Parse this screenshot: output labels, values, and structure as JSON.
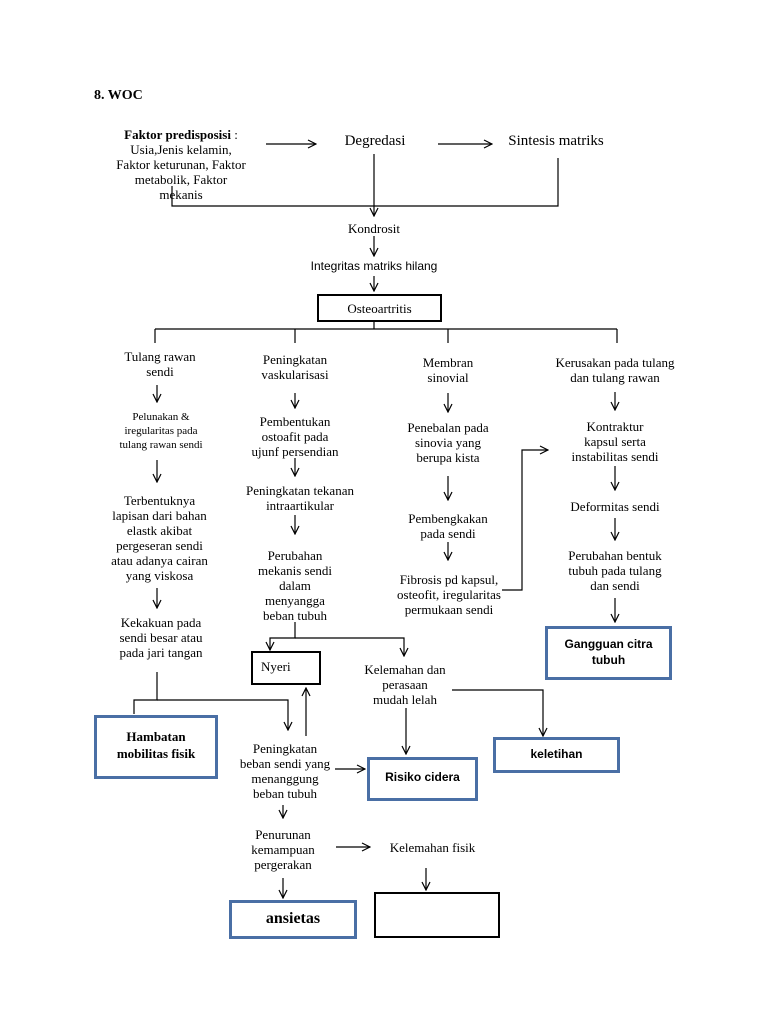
{
  "heading": "8. WOC",
  "factor_title": "Faktor predisposisi",
  "factor_colon": " :",
  "factor_body": "Usia,Jenis kelamin,\nFaktor keturunan, Faktor\nmetabolik, Faktor\nmekanis",
  "degredasi": "Degredasi",
  "sintesis": "Sintesis matriks",
  "kondrosit": "Kondrosit",
  "integritas": "Integritas matriks hilang",
  "osteoartritis": "Osteoartritis",
  "col1": {
    "a": "Tulang rawan\nsendi",
    "b": "Pelunakan &\niregularitas pada\ntulang rawan sendi",
    "c": "Terbentuknya\nlapisan dari bahan\nelastk akibat\npergeseran sendi\natau adanya cairan\nyang viskosa",
    "d": "Kekakuan pada\nsendi besar atau\npada jari tangan",
    "e": "Hambatan\nmobilitas fisik"
  },
  "col2": {
    "a": "Peningkatan\nvaskularisasi",
    "b": "Pembentukan\nostoafit pada\nujunf persendian",
    "c": "Peningkatan tekanan\nintraartikular",
    "d": "Perubahan\nmekanis sendi\ndalam\nmenyangga\nbeban tubuh",
    "e": "Nyeri",
    "f": "Peningkatan\nbeban sendi yang\nmenanggung\nbeban tubuh",
    "g": "Penurunan\nkemampuan\npergerakan",
    "h": "ansietas"
  },
  "col3": {
    "a": "Membran\nsinovial",
    "b": "Penebalan pada\nsinovia yang\nberupa kista",
    "c": "Pembengkakan\npada sendi",
    "d": "Fibrosis pd kapsul,\nosteofit, iregularitas\npermukaan sendi",
    "e": "Kelemahan dan\nperasaan\nmudah lelah",
    "f": "Risiko cidera",
    "g": "Kelemahan fisik"
  },
  "col4": {
    "a": "Kerusakan pada tulang\ndan tulang rawan",
    "b": "Kontraktur\nkapsul serta\ninstabilitas sendi",
    "c": "Deformitas sendi",
    "d": "Perubahan bentuk\ntubuh pada tulang\ndan sendi",
    "e": "Gangguan citra\ntubuh",
    "f": "keletihan"
  }
}
